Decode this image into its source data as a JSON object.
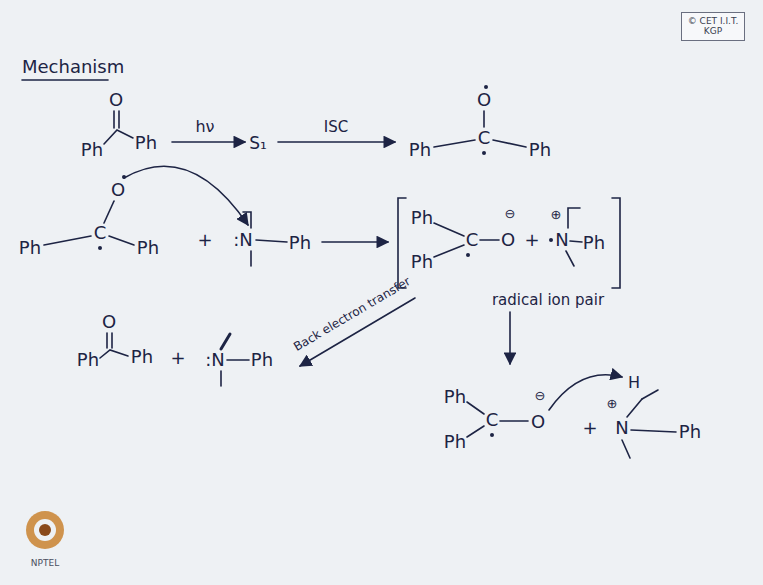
{
  "diagram": {
    "title": "Mechanism",
    "nodes": [
      {
        "text": [
          "© CET I.I.T. KGP"
        ]
      }
    ],
    "labels": [
      "O",
      "Ph",
      "Ph",
      "hν",
      "S₁",
      "ISC",
      "O",
      "Ph",
      "C",
      "Ph",
      "O",
      "Ph",
      "C",
      "Ph",
      "+",
      ":N",
      "Ph",
      "Ph",
      "Ph",
      "C",
      "⊖",
      "O",
      "+",
      "⊕",
      "N",
      "Ph",
      "radical ion pair",
      "Back electron transfer",
      "Ph",
      "O",
      "Ph",
      "+",
      ":N",
      "Ph",
      "Ph",
      "Ph",
      "C",
      "⊖",
      "O",
      "+",
      "⊕",
      "N",
      "Ph",
      "H",
      "NPTEL"
    ]
  }
}
